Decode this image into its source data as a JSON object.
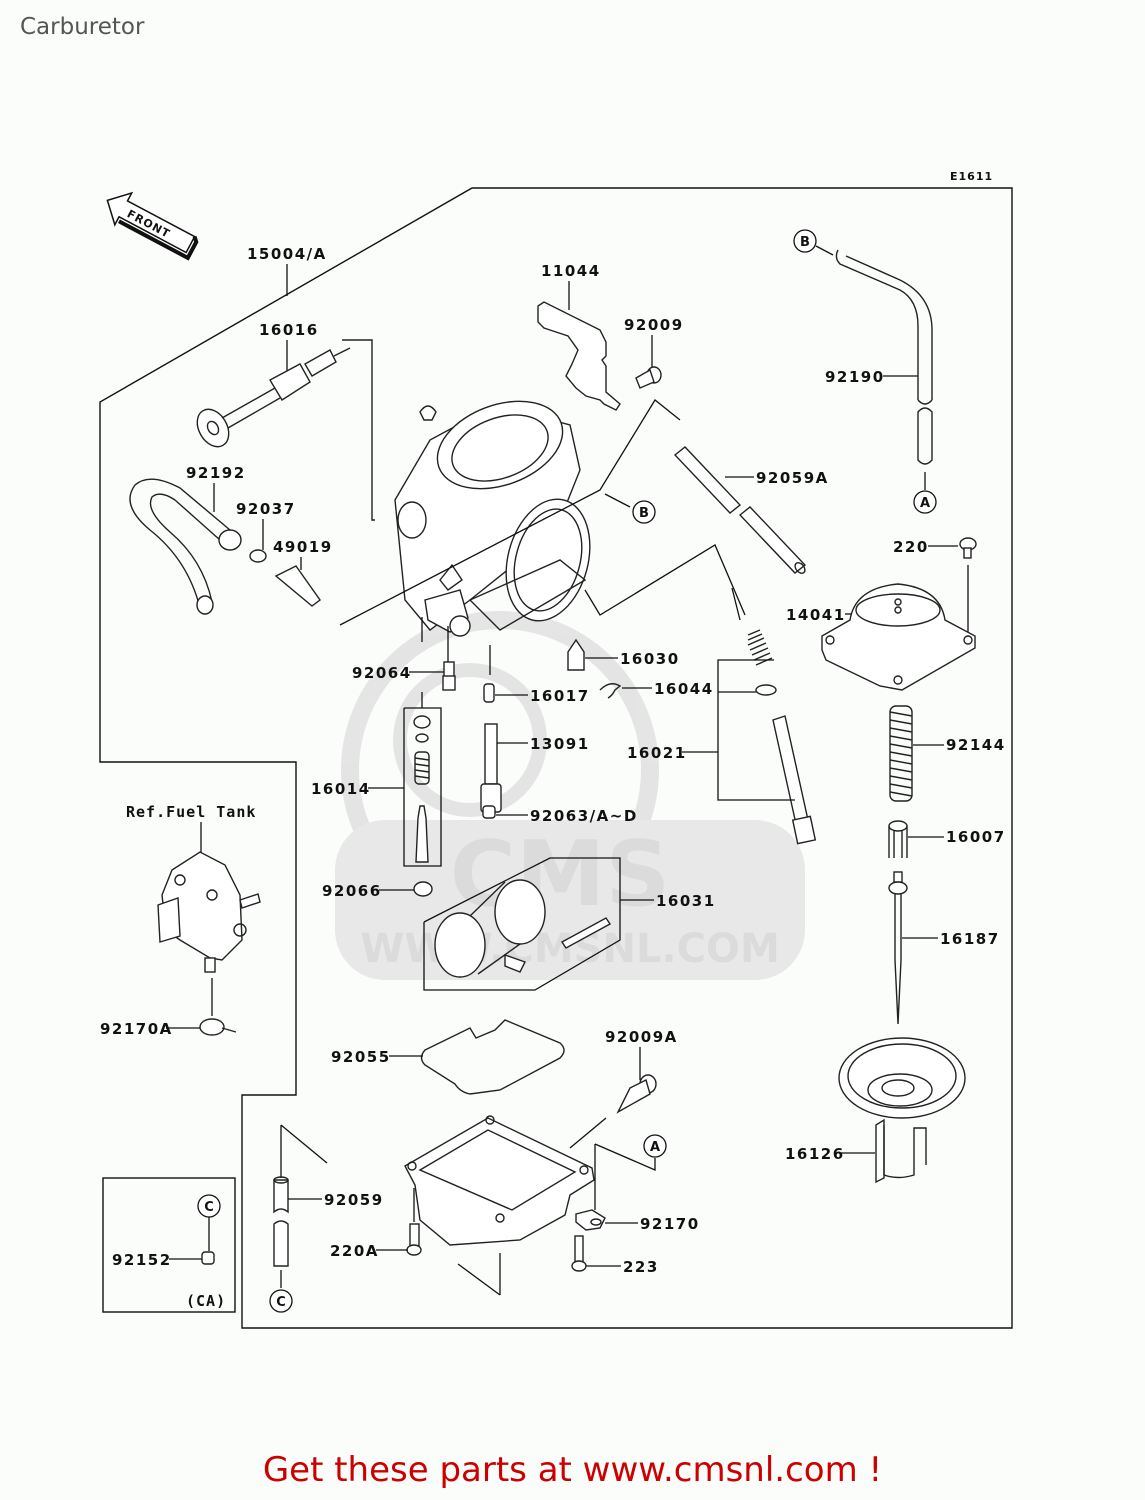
{
  "page": {
    "title": "Carburetor",
    "footer_text": "Get these parts at www.cmsnl.com !",
    "footer_color": "#cc0000"
  },
  "diagram": {
    "diagram_code": "E1611",
    "front_arrow_label": "FRONT",
    "watermark": {
      "logo": "CMS",
      "url": "WWW.CMSNL.COM"
    },
    "reference_label": "Ref.Fuel Tank",
    "variant_box_label": "(CA)",
    "connectors": {
      "A": "A",
      "B": "B",
      "C": "C"
    },
    "parts": {
      "p15004": "15004/A",
      "p16016": "16016",
      "p11044": "11044",
      "p92009": "92009",
      "p92190": "92190",
      "p92192": "92192",
      "p92037": "92037",
      "p49019": "49019",
      "p92059A": "92059A",
      "p220": "220",
      "p14041": "14041",
      "p16030": "16030",
      "p92064": "92064",
      "p16017": "16017",
      "p16044": "16044",
      "p13091": "13091",
      "p16021": "16021",
      "p92144": "92144",
      "p16014": "16014",
      "p92063": "92063/A~D",
      "p16007": "16007",
      "p92066": "92066",
      "p16031": "16031",
      "p16187": "16187",
      "p92170A": "92170A",
      "p92055": "92055",
      "p92009A": "92009A",
      "p16126": "16126",
      "p92059": "92059",
      "p92170": "92170",
      "p92152": "92152",
      "p220A": "220A",
      "p223": "223"
    }
  }
}
